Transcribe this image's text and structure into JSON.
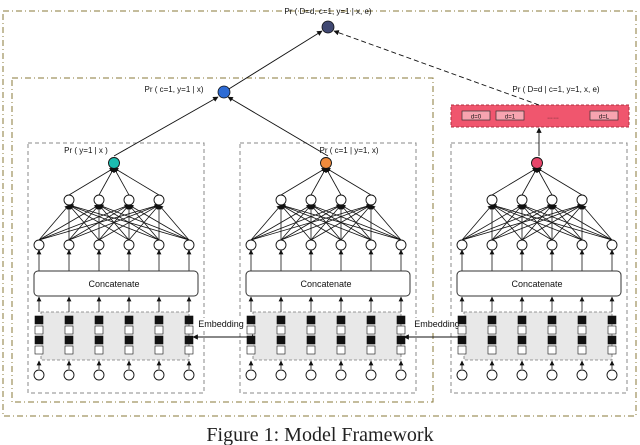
{
  "formulas": {
    "top": "Pr ( D=d, c=1, y=1 |  x, e)",
    "mid": "Pr ( c=1, y=1 | x)",
    "right": "Pr ( D=d | c=1, y=1, x, e)",
    "y": "Pr ( y=1 | x )",
    "c": "Pr ( c=1 | y=1, x)"
  },
  "concatenate_label": "Concatenate",
  "embedding_label": "Embedding",
  "d_boxes": [
    "d=0",
    "d=1",
    "d=L"
  ],
  "caption": "Figure 1: Model Framework",
  "colors": {
    "top_node": "#404872",
    "mid_node": "#2d6bd4",
    "y_node": "#1cbcb0",
    "c_node": "#ee8a3c",
    "d_node": "#e8456a",
    "d_band": "#f0566e"
  }
}
